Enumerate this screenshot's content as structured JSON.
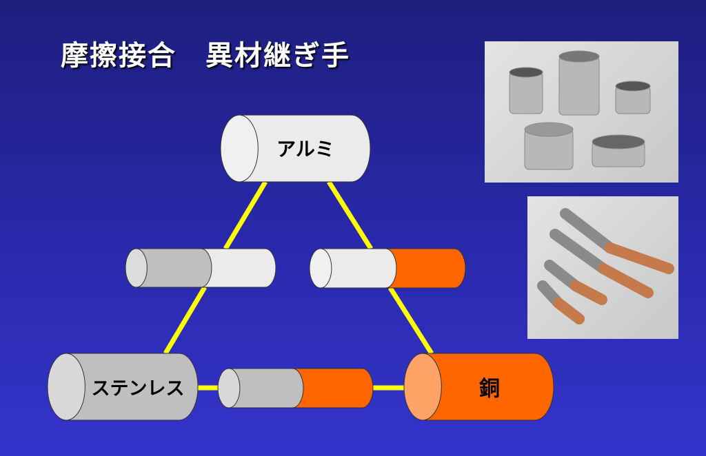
{
  "title": "摩擦接合　異材継ぎ手",
  "materials": {
    "aluminum": "アルミ",
    "stainless": "ステンレス",
    "copper": "銅"
  },
  "colors": {
    "aluminum": "#ebebeb",
    "stainless": "#bfbfbf",
    "copper": "#ff6600",
    "copper_face": "#ffa466",
    "connector": "#ffff00"
  }
}
